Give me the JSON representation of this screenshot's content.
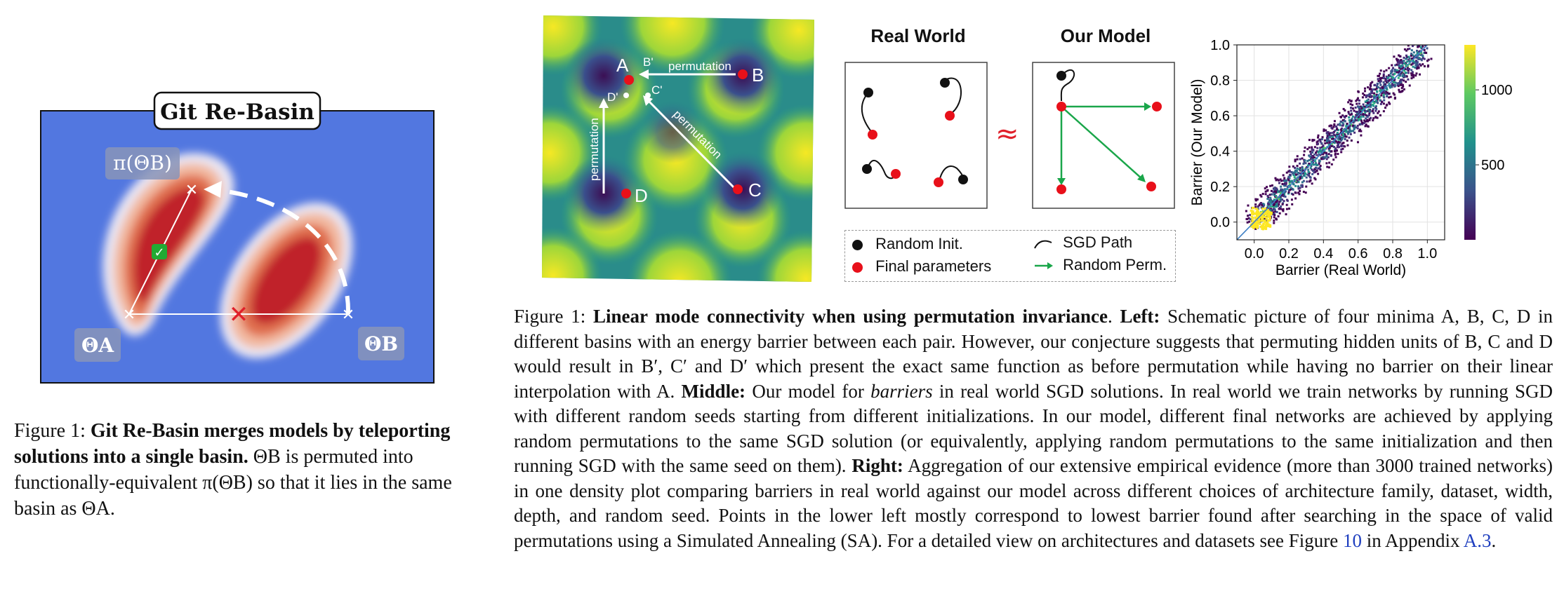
{
  "left_figure": {
    "title": "Git Re-Basin",
    "label_pi_theta_b": "π(ΘB)",
    "label_theta_a": "ΘA",
    "label_theta_b": "ΘB"
  },
  "left_caption": {
    "prefix": "Figure 1:",
    "bold": "Git Re-Basin merges models by teleporting solutions into a single basin.",
    "rest_1": "ΘB is permuted into functionally-equivalent π(ΘB) so that it lies in the same basin as ΘA."
  },
  "landscape": {
    "point_a": "A",
    "point_b": "B",
    "point_c": "C",
    "point_d": "D",
    "point_b_prime": "B'",
    "point_c_prime": "C'",
    "point_d_prime": "D'",
    "arrow_label": "permutation"
  },
  "middle": {
    "real_world_title": "Real World",
    "our_model_title": "Our Model",
    "approx_symbol": "≈",
    "legend": {
      "random_init": "Random Init.",
      "final_params": "Final parameters",
      "sgd_path": "SGD Path",
      "random_perm": "Random Perm."
    }
  },
  "chart_data": {
    "type": "scatter",
    "title": "",
    "xlabel": "Barrier (Real World)",
    "ylabel": "Barrier (Our Model)",
    "xlim": [
      -0.1,
      1.1
    ],
    "ylim": [
      -0.1,
      1.0
    ],
    "xticks": [
      "0.0",
      "0.2",
      "0.4",
      "0.6",
      "0.8",
      "1.0"
    ],
    "yticks": [
      "0.0",
      "0.2",
      "0.4",
      "0.6",
      "0.8",
      "1.0"
    ],
    "colorbar_ticks": [
      "1000",
      "500"
    ],
    "colorbar_range": [
      0,
      1300
    ],
    "grid": true,
    "diagonal": true
  },
  "right_caption": {
    "prefix": "Figure 1: ",
    "bold_title": "Linear mode connectivity when using permutation invariance",
    "left_label": "Left:",
    "left_text": " Schematic picture of four minima A, B, C, D in different basins with an energy barrier between each pair. However, our conjecture suggests that permuting hidden units of B, C and D would result in B′, C′ and D′ which present the exact same function as before permutation while having no barrier on their linear interpolation with A. ",
    "middle_label": "Middle:",
    "middle_text_1": " Our model for ",
    "middle_italic": "barriers",
    "middle_text_2": " in real world SGD solutions. In real world we train networks by running SGD with different random seeds starting from different initializations. In our model, different final networks are achieved by applying random permutations to the same SGD solution (or equivalently, applying random permutations to the same initialization and then running SGD with the same seed on them). ",
    "right_label": "Right:",
    "right_text": " Aggregation of our extensive empirical evidence (more than 3000 trained networks) in one density plot comparing barriers in real world against our model across different choices of architecture family, dataset, width, depth, and random seed. Points in the lower left mostly correspond to lowest barrier found after searching in the space of valid permutations using a Simulated Annealing (SA). For a detailed view on architectures and datasets see Figure ",
    "figure_ref": "10",
    "appendix_text": " in Appendix ",
    "appendix_ref": "A.3",
    "end": "."
  },
  "colors": {
    "basin_blue": "#5277e0",
    "basin_red": "#c0202a",
    "final_red": "#e8101a",
    "perm_green": "#1aa64a",
    "link_blue": "#1f3fbf"
  }
}
